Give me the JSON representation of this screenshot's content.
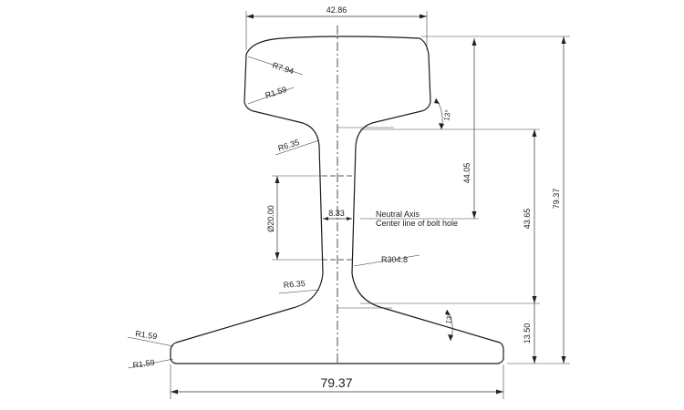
{
  "dimensions": {
    "head_width": "42.86",
    "base_width": "79.37",
    "total_height": "79.37",
    "head_to_axis": "44.05",
    "axis_to_foot": "43.65",
    "foot_height": "13.50",
    "web_thickness": "8.33",
    "bolt_hole_diameter": "Ø20.00"
  },
  "radii": {
    "head_top": "R7.94",
    "head_corner": "R1.59",
    "web_upper": "R6.35",
    "web_lower": "R6.35",
    "web_side": "R304.8",
    "base_top": "R1.59",
    "base_bottom": "R1.59"
  },
  "angles": {
    "head_underside": "13°",
    "foot_top": "13°"
  },
  "annotations": {
    "neutral_axis": "Neutral Axis",
    "bolt_center": "Center line of bolt hole"
  }
}
